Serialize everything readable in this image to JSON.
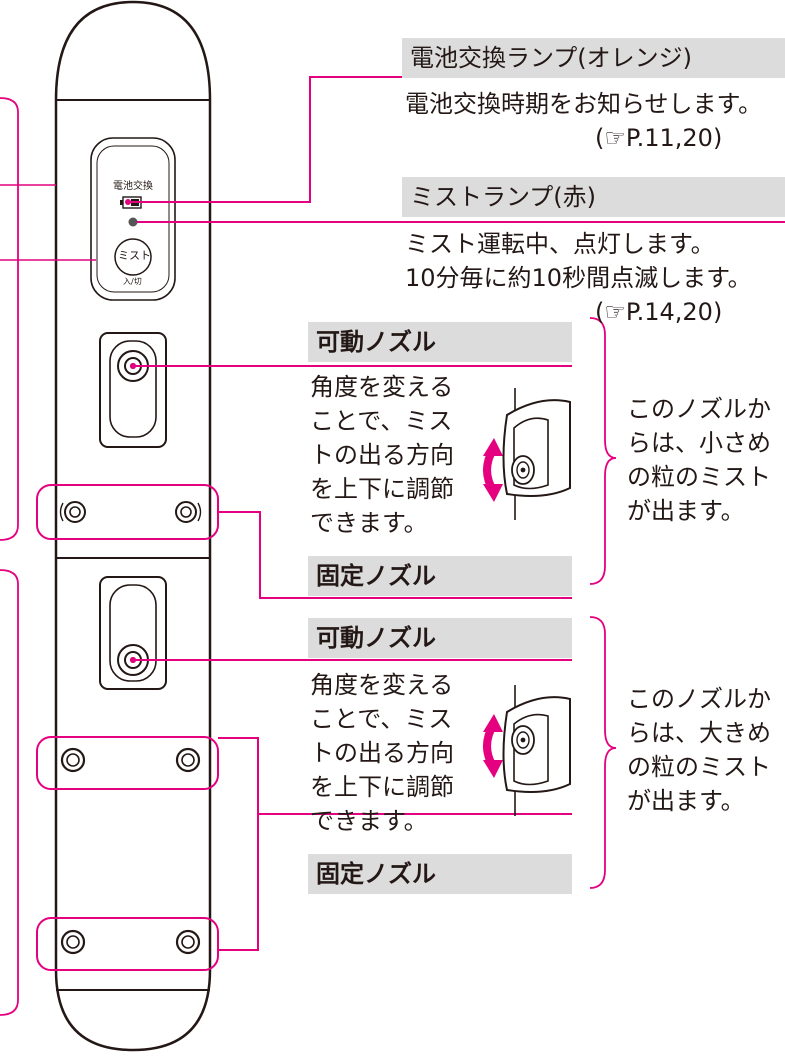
{
  "device": {
    "battery_label": "電池交換",
    "mist_button_label": "ミスト",
    "mist_button_sub": "入/切"
  },
  "battery_lamp": {
    "header": "電池交換ランプ(オレンジ)",
    "desc": "電池交換時期をお知らせします。",
    "ref": "(☞P.11,20)"
  },
  "mist_lamp": {
    "header": "ミストランプ(赤)",
    "desc_line1": "ミスト運転中、点灯します。",
    "desc_line2": "10分毎に約10秒間点滅します。",
    "ref": "(☞P.14,20)"
  },
  "upper_section": {
    "movable_header": "可動ノズル",
    "movable_desc": [
      "角度を変える",
      "ことで、ミス",
      "トの出る方向",
      "を上下に調節",
      "できます。"
    ],
    "fixed_header": "固定ノズル",
    "bracket_desc": "このノズルか\nらは、小さめ\nの粒のミスト\nが出ます。"
  },
  "lower_section": {
    "movable_header": "可動ノズル",
    "movable_desc": [
      "角度を変える",
      "ことで、ミス",
      "トの出る方向",
      "を上下に調節",
      "できます。"
    ],
    "fixed_header": "固定ノズル",
    "bracket_desc": "このノズルか\nらは、大きめ\nの粒のミスト\nが出ます。"
  },
  "colors": {
    "accent": "#e4007f",
    "outline": "#231815",
    "header_bg": "#dcdcdc",
    "arrow": "#e4007f"
  }
}
